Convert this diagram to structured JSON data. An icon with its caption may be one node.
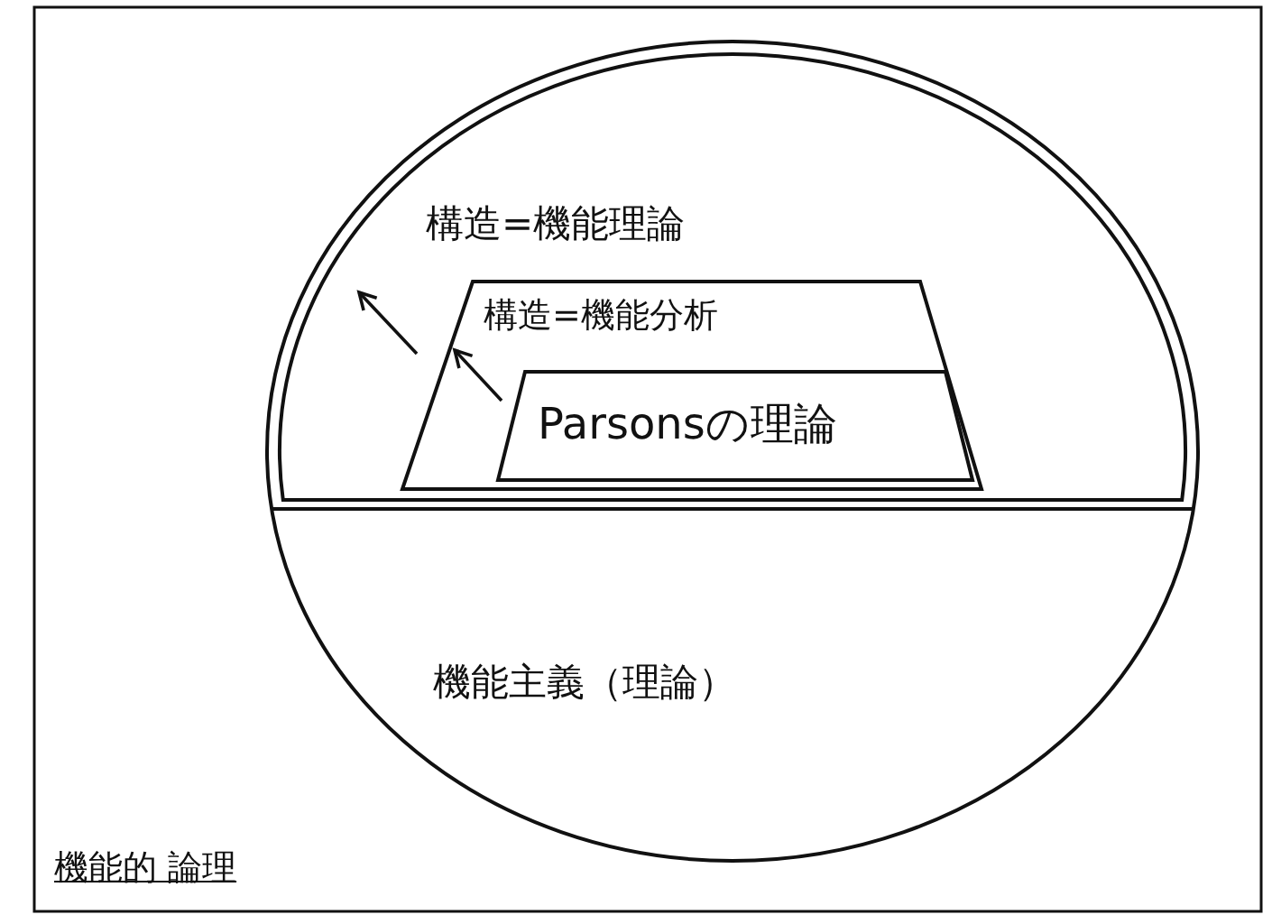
{
  "diagram": {
    "nodes": [
      {
        "text": [
          "機能的 論理"
        ]
      },
      {
        "text": [
          "機能主義（理論）"
        ],
        "in": 0
      },
      {
        "text": [
          "構造=機能理論"
        ],
        "in": 1
      },
      {
        "text": [
          "構造=機能分析"
        ],
        "in": 2
      },
      {
        "text": [
          "Parsonsの理論"
        ],
        "in": 3
      }
    ],
    "edges": [
      {
        "from": 4,
        "to": 3,
        "arrow": "to"
      },
      {
        "from": 3,
        "to": 2,
        "arrow": "to"
      }
    ]
  }
}
